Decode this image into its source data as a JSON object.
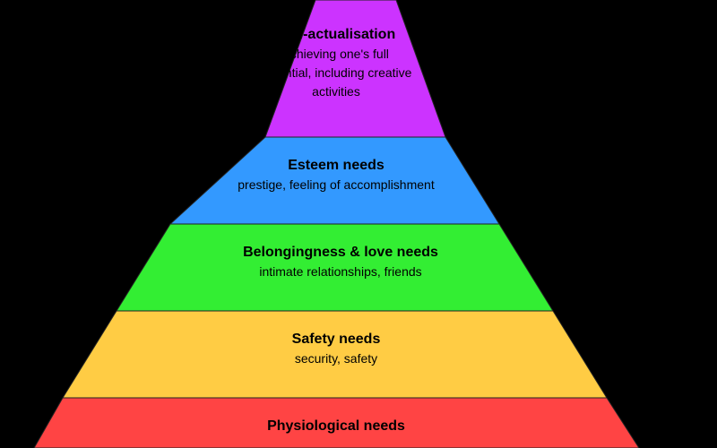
{
  "pyramid": {
    "levels": [
      {
        "id": "self",
        "title": "Self-actualisation",
        "description": "achieving one's full potential, including creative activities",
        "color": "#cc33ff"
      },
      {
        "id": "esteem",
        "title": "Esteem needs",
        "description": "prestige, feeling of accomplishment",
        "color": "#3399ff"
      },
      {
        "id": "love",
        "title": "Belongingness & love needs",
        "description": "intimate relationships, friends",
        "color": "#33ee33"
      },
      {
        "id": "safety",
        "title": "Safety needs",
        "description": "security, safety",
        "color": "#ffcc44"
      },
      {
        "id": "phys",
        "title": "Physiological needs",
        "description": "",
        "color": "#ff4444"
      }
    ],
    "outline_color": "#222222",
    "background": "#000000"
  }
}
